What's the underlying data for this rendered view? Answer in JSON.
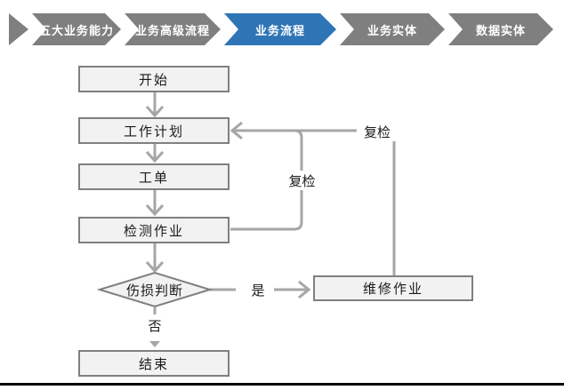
{
  "nav": {
    "active_color": "#2e75b6",
    "inactive_color": "#7f7f7f",
    "steps": [
      {
        "label": "五大业务能力",
        "active": false
      },
      {
        "label": "业务高级流程",
        "active": false
      },
      {
        "label": "业务流程",
        "active": true
      },
      {
        "label": "业务实体",
        "active": false
      },
      {
        "label": "数据实体",
        "active": false
      }
    ]
  },
  "flowchart": {
    "nodes": [
      {
        "id": "start",
        "label": "开始",
        "shape": "rect"
      },
      {
        "id": "work-plan",
        "label": "工作计划",
        "shape": "rect"
      },
      {
        "id": "work-order",
        "label": "工单",
        "shape": "rect"
      },
      {
        "id": "inspection-task",
        "label": "检测作业",
        "shape": "rect"
      },
      {
        "id": "damage-decision",
        "label": "伤损判断",
        "shape": "diamond"
      },
      {
        "id": "repair-task",
        "label": "维修作业",
        "shape": "rect"
      },
      {
        "id": "end",
        "label": "结束",
        "shape": "rect"
      }
    ],
    "edge_labels": {
      "recheck_inner": "复检",
      "recheck_outer": "复检",
      "yes": "是",
      "no": "否"
    },
    "colors": {
      "node_fill": "#f2f2f2",
      "node_border": "#7f7f7f",
      "connector": "#a6a6a6",
      "text": "#1a1a1a"
    }
  }
}
